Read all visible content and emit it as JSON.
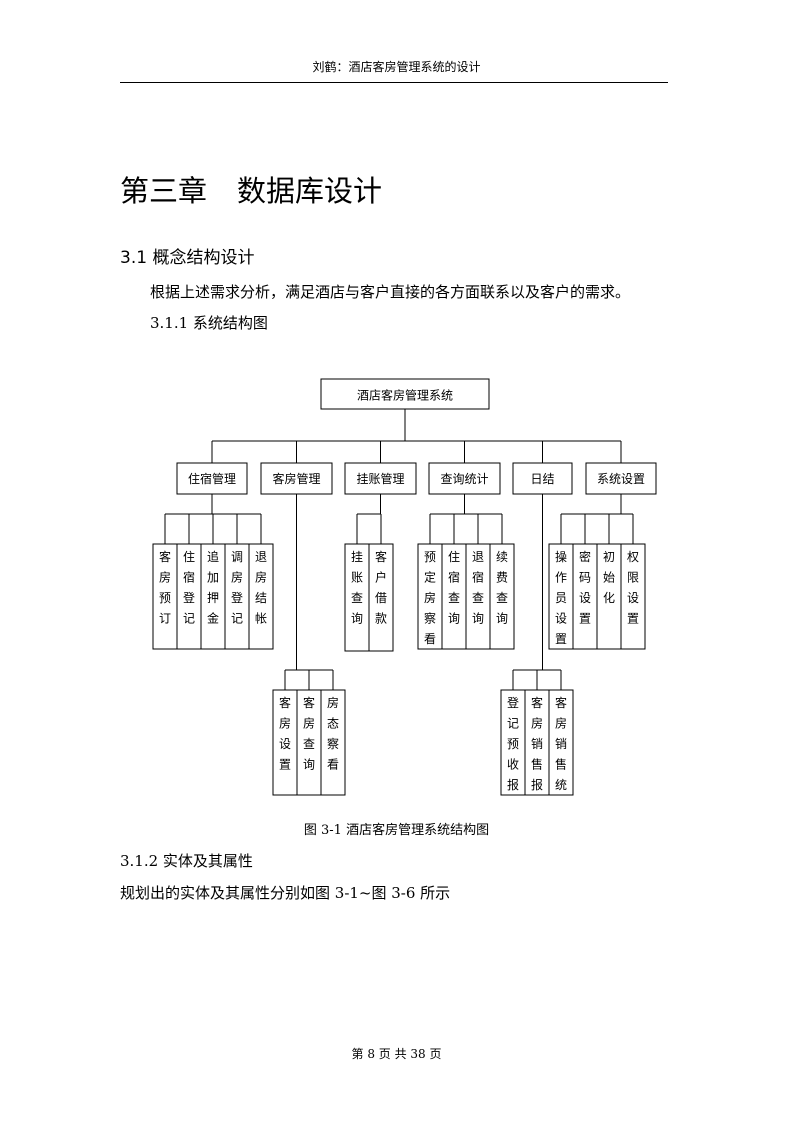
{
  "header": {
    "text": "刘鹤：酒店客房管理系统的设计"
  },
  "chapter": {
    "number": "第三章",
    "title": "数据库设计"
  },
  "section": {
    "heading": "3.1 概念结构设计"
  },
  "paragraph1": "根据上述需求分析，满足酒店与客户直接的各方面联系以及客户的需求。",
  "subsection1": "3.1.1 系统结构图",
  "diagram": {
    "root": "酒店客房管理系统",
    "modules": [
      {
        "label": "住宿管理",
        "children": [
          "客房预订",
          "住宿登记",
          "追加押金",
          "调房登记",
          "退房结帐"
        ]
      },
      {
        "label": "客房管理",
        "children": [
          "客房设置",
          "客房查询",
          "房态察看"
        ]
      },
      {
        "label": "挂账管理",
        "children": [
          "挂账查询",
          "客户借款"
        ]
      },
      {
        "label": "查询统计",
        "children": [
          "预定房察看",
          "住宿查询",
          "退宿查询",
          "续费查询"
        ]
      },
      {
        "label": "日结",
        "children": [
          "登记预收报",
          "客房销售报",
          "客房销售统"
        ]
      },
      {
        "label": "系统设置",
        "children": [
          "操作员设置",
          "密码设置",
          "初始化",
          "权限设置"
        ]
      }
    ]
  },
  "caption": "图 3-1  酒店客房管理系统结构图",
  "subsection2": "3.1.2    实体及其属性",
  "paragraph2": "规划出的实体及其属性分别如图 3-1~图 3-6 所示",
  "footer": "第 8 页 共 38 页"
}
